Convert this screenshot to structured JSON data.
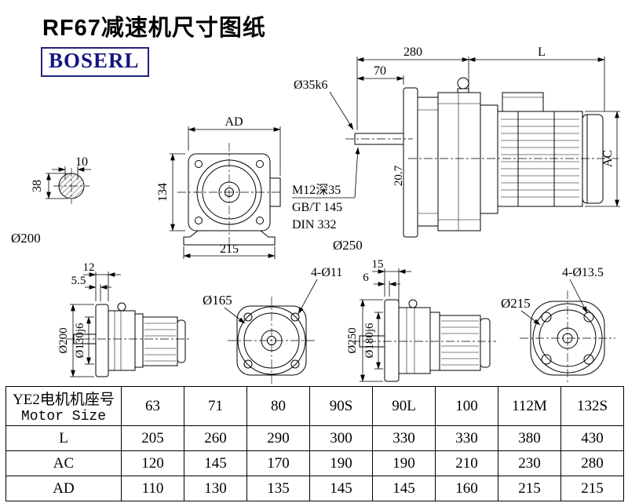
{
  "title": "RF67减速机尺寸图纸",
  "logo": "BOSERL",
  "colors": {
    "logo_text": "#15157f",
    "logo_border": "#23237a",
    "line": "#000000"
  },
  "views": {
    "shaft_section": {
      "dim_width": "10",
      "dim_height": "38",
      "diameter_label": "Ø200"
    },
    "front_view": {
      "dim_top": "AD",
      "dim_left": "134",
      "dim_bottom": "215"
    },
    "side_view": {
      "dim_gear_length": "280",
      "dim_motor_length": "L",
      "dim_shaft_length": "70",
      "shaft_label": "Ø35k6",
      "dim_motor_diameter": "AC",
      "dim_offset": "20.7",
      "tap_note_line1": "M12深35",
      "tap_note_line2": "GB/T 145",
      "tap_note_line3": "DIN 332",
      "flange_label": "Ø250"
    },
    "flange_side_small": {
      "dim_1": "12",
      "dim_2": "5.5",
      "flange_od": "Ø200",
      "spigot": "Ø130j6"
    },
    "flange_front_small": {
      "holes": "4-Ø11",
      "diameter": "Ø165"
    },
    "flange_side_large": {
      "dim_1": "15",
      "dim_2": "6",
      "flange_od": "Ø250",
      "spigot": "Ø180j6"
    },
    "flange_front_large": {
      "holes": "4-Ø13.5",
      "diameter": "Ø215"
    }
  },
  "table": {
    "header_cn": "YE2电机机座号",
    "header_en": "Motor Size",
    "sizes": [
      "63",
      "71",
      "80",
      "90S",
      "90L",
      "100",
      "112M",
      "132S"
    ],
    "rows": [
      {
        "label": "L",
        "values": [
          "205",
          "260",
          "290",
          "300",
          "330",
          "330",
          "380",
          "430"
        ]
      },
      {
        "label": "AC",
        "values": [
          "120",
          "145",
          "170",
          "190",
          "190",
          "210",
          "230",
          "280"
        ]
      },
      {
        "label": "AD",
        "values": [
          "110",
          "130",
          "135",
          "145",
          "145",
          "160",
          "215",
          "215"
        ]
      }
    ]
  }
}
